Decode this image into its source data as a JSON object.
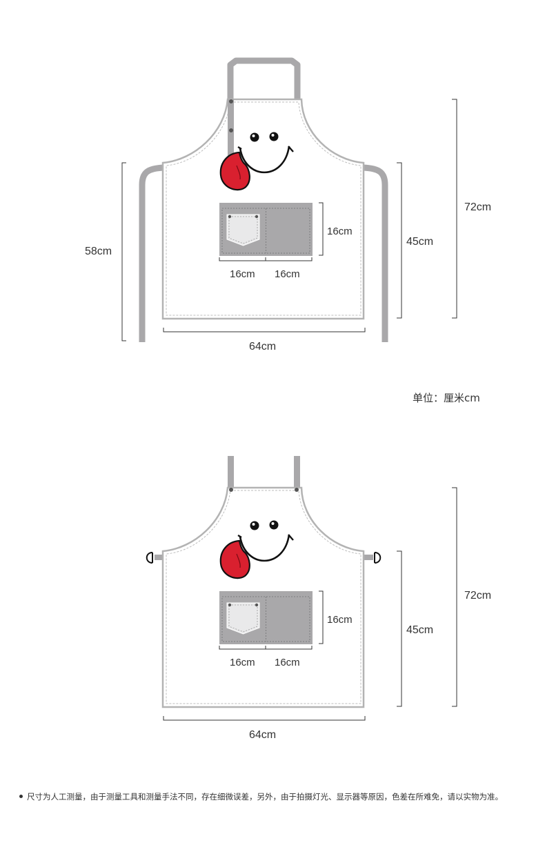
{
  "colors": {
    "strap": "#a9a8aa",
    "pocket": "#a9a8aa",
    "pocket_inner": "#e9e9ea",
    "outline": "#b3b3b3",
    "stitch": "#9a9a9a",
    "tongue": "#d9202f",
    "dimension": "#333333"
  },
  "diagram_top": {
    "height_label": "72cm",
    "body_height_label": "45cm",
    "neck_label": "58cm",
    "width_label": "64cm",
    "pocket_height_label": "16cm",
    "pocket_left_label": "16cm",
    "pocket_right_label": "16cm"
  },
  "unit_note": "单位：厘米cm",
  "diagram_bottom": {
    "height_label": "72cm",
    "body_height_label": "45cm",
    "width_label": "64cm",
    "pocket_height_label": "16cm",
    "pocket_left_label": "16cm",
    "pocket_right_label": "16cm"
  },
  "footnote": "尺寸为人工测量，由于测量工具和测量手法不同，存在细微误差，另外，由于拍摄灯光、显示器等原因，色差在所难免，请以实物为准。"
}
